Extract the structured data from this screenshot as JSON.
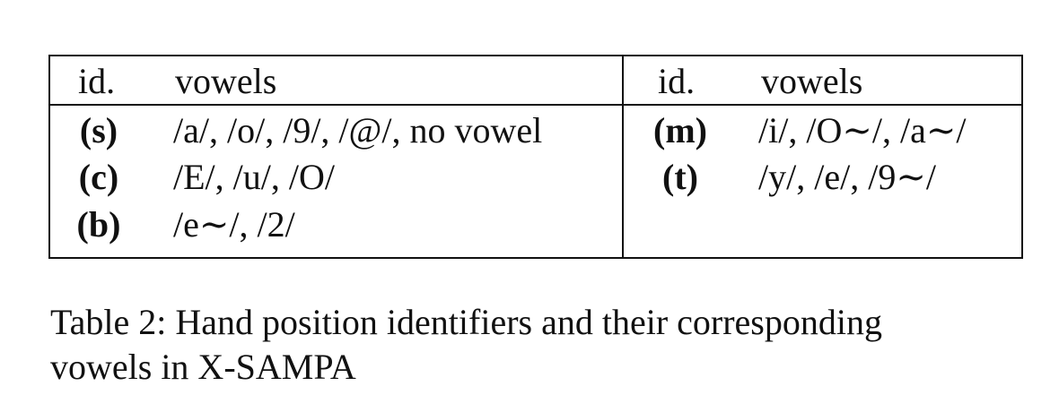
{
  "table": {
    "left_header": {
      "id": "id.",
      "vowels": "vowels"
    },
    "right_header": {
      "id": "id.",
      "vowels": "vowels"
    },
    "left_rows": [
      {
        "id": "(s)",
        "vowels": "/a/, /o/, /9/, /@/, no vowel"
      },
      {
        "id": "(c)",
        "vowels": "/E/, /u/, /O/"
      },
      {
        "id": "(b)",
        "vowels": "/e∼/, /2/"
      }
    ],
    "right_rows": [
      {
        "id": "(m)",
        "vowels": "/i/, /O∼/, /a∼/"
      },
      {
        "id": "(t)",
        "vowels": "/y/, /e/, /9∼/"
      }
    ]
  },
  "caption": {
    "line1": "Table 2: Hand position identifiers and their corresponding",
    "line2": "vowels in X-SAMPA"
  }
}
